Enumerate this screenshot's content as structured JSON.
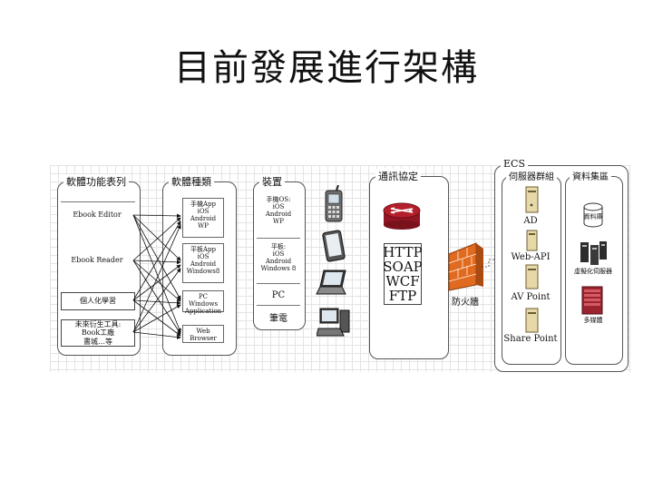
{
  "title": "目前發展進行架構",
  "panels": {
    "functions": {
      "title": "軟體功能表列",
      "items": [
        "Ebook Editor",
        "Ebook Reader",
        "個人化學習",
        "未來衍生工具:\nBook工廠\n書城…等"
      ]
    },
    "software": {
      "title": "軟體種類",
      "items": [
        "手機App\niOS\nAndroid\nWP",
        "平板App\niOS\nAndroid\nWindows8",
        "PC Windows\nApplication",
        "Web Browser"
      ]
    },
    "devices": {
      "title": "裝置",
      "items": [
        "手機OS:\niOS\nAndroid\nWP",
        "平板:\niOS\nAndroid\nWindows 8",
        "PC",
        "筆電"
      ]
    },
    "comms": {
      "title": "通訊協定",
      "protocols": [
        "HTTP",
        "SOAP",
        "WCF",
        "FTP"
      ]
    },
    "firewall": {
      "label": "防火牆"
    },
    "ecs": {
      "title": "ECS",
      "servers": {
        "title": "伺服器群組",
        "items": [
          "AD",
          "Web-API",
          "AV Point",
          "Share Point"
        ]
      },
      "data": {
        "title": "資料集區",
        "items": [
          "資料庫",
          "虛擬化伺服器",
          "多媒體"
        ]
      }
    }
  },
  "colors": {
    "router": "#b51f2b",
    "firewall": "#e06a1f",
    "rack_red": "#9c2430",
    "server_beige": "#e7d9a7"
  }
}
